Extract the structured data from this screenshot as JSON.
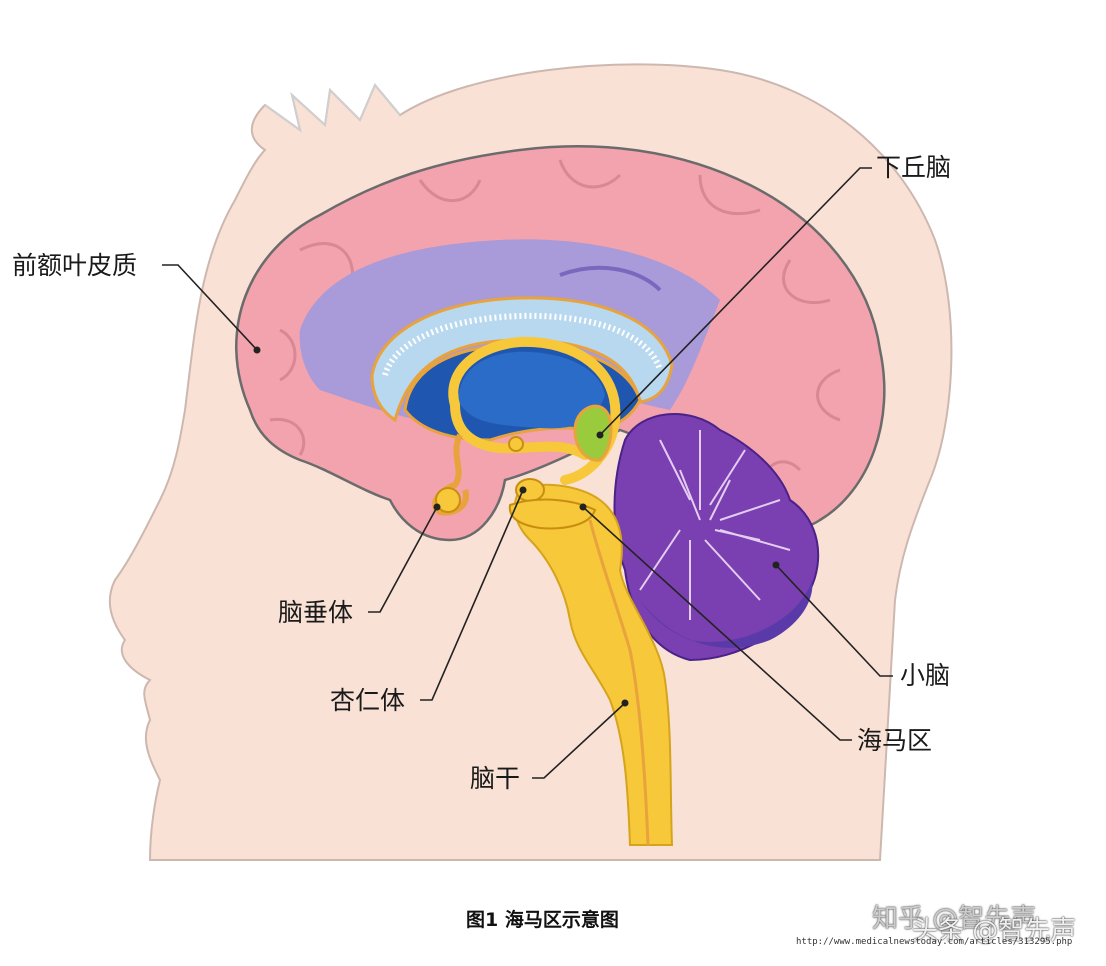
{
  "labels": {
    "hypothalamus": "下丘脑",
    "prefrontal_cortex": "前额叶皮质",
    "pituitary": "脑垂体",
    "amygdala": "杏仁体",
    "brainstem": "脑干",
    "cerebellum": "小脑",
    "hippocampus": "海马区"
  },
  "caption": "图1 海马区示意图",
  "watermark_zhihu": "知乎 @智先声",
  "watermark_toutiao": "头条 @智先声",
  "source_url": "http://www.medicalnewstoday.com/articles/313295.php",
  "colors": {
    "skin": "#f9e1d6",
    "cerebrum": "#f2a3ad",
    "ventricle_lavender": "#a99ad9",
    "corpus_callosum": "#b8d8ef",
    "thalamus_blue": "#1f57b0",
    "brainstem_yellow": "#f6c83a",
    "cerebellum_purple": "#7a3fb0",
    "hypothalamus_green": "#9acb3c"
  }
}
